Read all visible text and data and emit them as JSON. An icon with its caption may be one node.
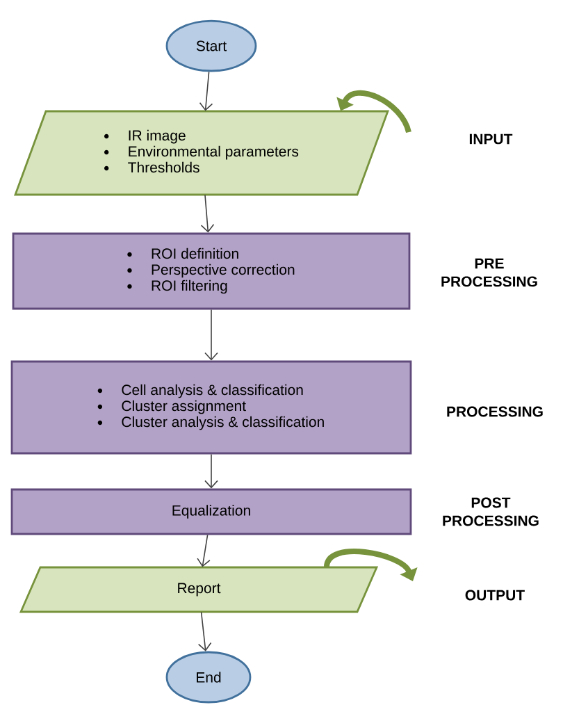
{
  "diagram": {
    "nodes": [
      {
        "text": [
          "Start"
        ]
      },
      {
        "text": [
          "IR image",
          "Environmental parameters",
          "Thresholds"
        ]
      },
      {
        "text": [
          "ROI definition",
          "Perspective correction",
          "ROI filtering"
        ]
      },
      {
        "text": [
          "Cell analysis & classification",
          "Cluster assignment",
          "Cluster analysis & classification"
        ]
      },
      {
        "text": [
          "Equalization"
        ]
      },
      {
        "text": [
          "Report"
        ]
      },
      {
        "text": [
          "End"
        ]
      }
    ],
    "edges": [
      {
        "from": 0,
        "to": 1,
        "arrow": "to"
      },
      {
        "from": 1,
        "to": 2,
        "arrow": "to"
      },
      {
        "from": 2,
        "to": 3,
        "arrow": "to"
      },
      {
        "from": 3,
        "to": 4,
        "arrow": "to"
      },
      {
        "from": 4,
        "to": 5,
        "arrow": "to"
      },
      {
        "from": 5,
        "to": 6,
        "arrow": "to"
      },
      {
        "from": null,
        "to": 1,
        "arrow": "to",
        "style": "thick",
        "color": "#77933c"
      },
      {
        "from": 5,
        "to": null,
        "arrow": "to",
        "style": "thick",
        "color": "#77933c"
      }
    ],
    "labels": [
      "INPUT",
      "PRE PROCESSING",
      "PROCESSING",
      "POST PROCESSING",
      "OUTPUT"
    ]
  }
}
